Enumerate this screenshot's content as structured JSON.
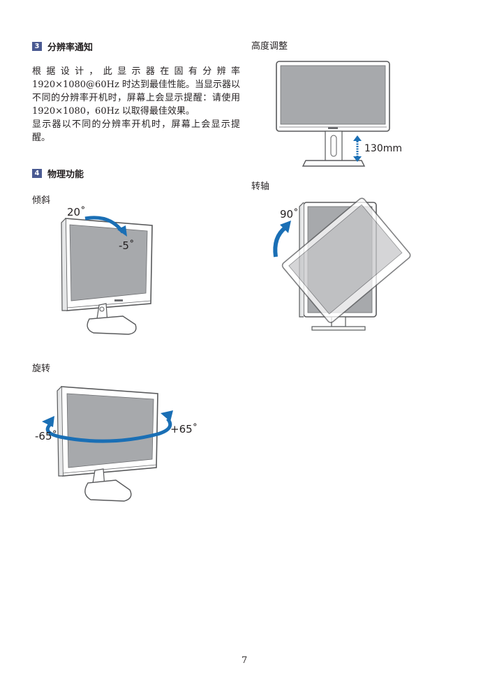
{
  "section3": {
    "number": "3",
    "title": "分辨率通知"
  },
  "section3_paragraph1": "根据设计，此显示器在固有分辨率 1920×1080@60Hz 时达到最佳性能。当显示器以不同的分辨率开机时，屏幕上会显示提醒：请使用 1920×1080，60Hz 以取得最佳效果。",
  "section3_paragraph2": "显示器以不同的分辨率开机时，屏幕上会显示提醒。",
  "section4": {
    "number": "4",
    "title": "物理功能"
  },
  "tilt": {
    "label": "倾斜",
    "up_angle": "20˚",
    "down_angle": "-5˚"
  },
  "swivel": {
    "label": "旋转",
    "left_angle": "-65˚",
    "right_angle": "+65˚"
  },
  "height": {
    "label": "高度调整",
    "value": "130mm"
  },
  "pivot": {
    "label": "转轴",
    "angle": "90˚"
  },
  "colors": {
    "accent_blue": "#1a6fb5",
    "section_badge": "#4a5a92",
    "screen_gray": "#a7a9ac",
    "frame_gray": "#58595b"
  },
  "page_number": "7"
}
